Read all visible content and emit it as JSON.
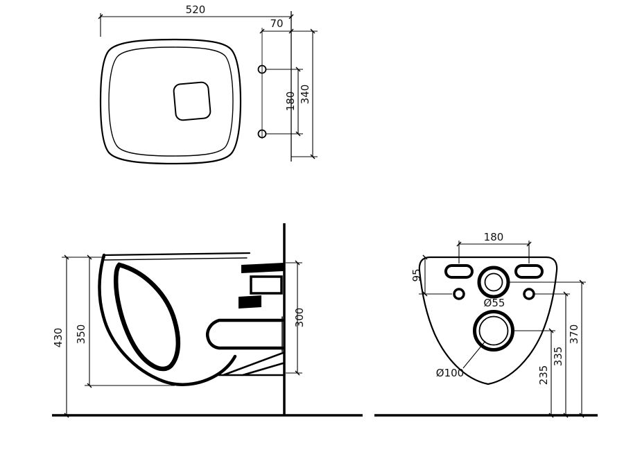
{
  "colors": {
    "line": "#000000",
    "background": "#ffffff"
  },
  "views": {
    "top": {
      "dims": {
        "overall_depth": "520",
        "hole_offset": "70",
        "hole_spacing": "180",
        "overall_width": "340"
      }
    },
    "side": {
      "dims": {
        "total_height": "430",
        "body_height": "350",
        "rear_height": "300"
      }
    },
    "rear": {
      "dims": {
        "fixing_spacing": "180",
        "fixing_drop": "95",
        "inlet_diameter": "Ø55",
        "outlet_diameter": "Ø100",
        "outlet_height": "235",
        "fixing_height": "335",
        "inlet_height": "370"
      }
    }
  }
}
